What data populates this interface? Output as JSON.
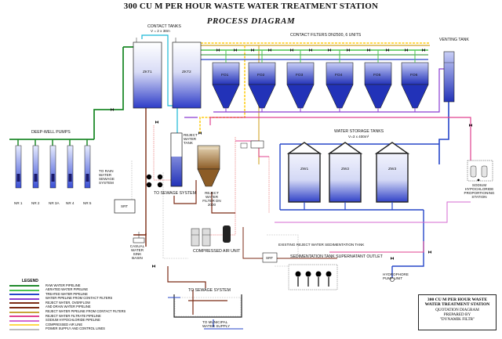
{
  "header": {
    "title": "300 CU M PER HOUR WASTE WATER TREATMENT STATION",
    "subtitle": "PROCESS DIAGRAM"
  },
  "labels": {
    "contact_tanks": "CONTACT TANKS",
    "contact_tanks_vol": "V = 2 x 38m",
    "contact_filters": "CONTACT FILTERS DN2500, 6 UNITS",
    "venting_tank": "VENTING TANK",
    "deep_well_pumps": "DEEP-WELL PUMPS",
    "water_storage_tanks": "WATER STORAGE TANKS",
    "water_storage_vol": "V=3 x 400m³",
    "to_sewage_system": "TO SEWAGE SYSTEM",
    "reject_water_filter": "REJECT WATER FILTER DN 2000",
    "to_rainwater": "TO RAIN WATER SEWAGE SYSTEM",
    "compressed_air_unit": "COMPRESSED AIR UNIT",
    "sedimentation_tank": "SEDIMENTATION TANK SUPERNATANT OUTLET",
    "sodium_station": "SODIUM HYPOCHLORIDE PROPORTIONING STATION",
    "to_sewage_system_bottom": "TO SEWAGE SYSTEM",
    "to_municipal": "TO MUNICIPAL WATER SUPPLY",
    "hydrophore": "HYDROPHORE PUMP UNIT",
    "existing_reject": "EXISTING REJECT WATER SEDIMENTATION TANK",
    "reject_water_tank": "REJECT WATER TANK",
    "srt": "SRT",
    "srt2": "SRT",
    "casual_water_sink": "CASUAL WATER SINK BASIN"
  },
  "contact_tank_ids": [
    "ZKT1",
    "ZKT2"
  ],
  "filter_ids": [
    "FO1",
    "FO2",
    "FO3",
    "FO4",
    "FO5",
    "FO6"
  ],
  "storage_tank_ids": [
    "ZW1",
    "ZW2",
    "ZW3"
  ],
  "well_ids": [
    "NR 1",
    "NR 2",
    "NR 3A",
    "NR 4",
    "NR 5"
  ],
  "legend": {
    "heading": "LEGEND",
    "items": [
      {
        "color": "#1f8a2b",
        "label": "RAW WATER PIPELINE"
      },
      {
        "color": "#49c44f",
        "label": "AERATED WATER PIPELINE"
      },
      {
        "color": "#2646c9",
        "label": "TREATED WATER PIPELINE"
      },
      {
        "color": "#8a3bd1",
        "label": "WATER PIPELINE FROM CONTACT FILTERS"
      },
      {
        "color": "#7b2a14",
        "label": "REJECT WATER, OVERFLOW"
      },
      {
        "color": "#7b2a14",
        "label": "AND DRAIN WATER PIPELINE"
      },
      {
        "color": "#c8a43a",
        "label": "REJECT WATER PIPELINE FROM CONTACT FILTERS"
      },
      {
        "color": "#e0408f",
        "label": "REJECT WATER FILTRATE PIPELINE"
      },
      {
        "color": "#d46ad0",
        "label": "SODIUM HYPOCHLORIDE PIPELINE"
      },
      {
        "color": "#ffd84a",
        "label": "COMPRESSED AIR LINE"
      },
      {
        "color": "#bdbdbd",
        "label": "POWER SUPPLY AND CONTROL LINES"
      }
    ]
  },
  "title_box": {
    "line1": "300 CU M PER HOUR WASTE",
    "line2": "WATER TREATMENT STATION",
    "line3": "QUOTATION DIAGRAM",
    "line4": "PREPARED BY",
    "line5": "\"DYNAMIK FILTR\""
  },
  "colors": {
    "raw": "#1f8a2b",
    "aerated": "#49c44f",
    "treated": "#2646c9",
    "from_filters": "#8a3bd1",
    "reject": "#7b2a14",
    "reject_filters": "#d9b24a",
    "filtrate": "#e0408f",
    "hypochloride": "#d46ad0",
    "air": "#ffd84a",
    "control": "#bdbdbd",
    "tank_fill": "#2f3fcf"
  }
}
